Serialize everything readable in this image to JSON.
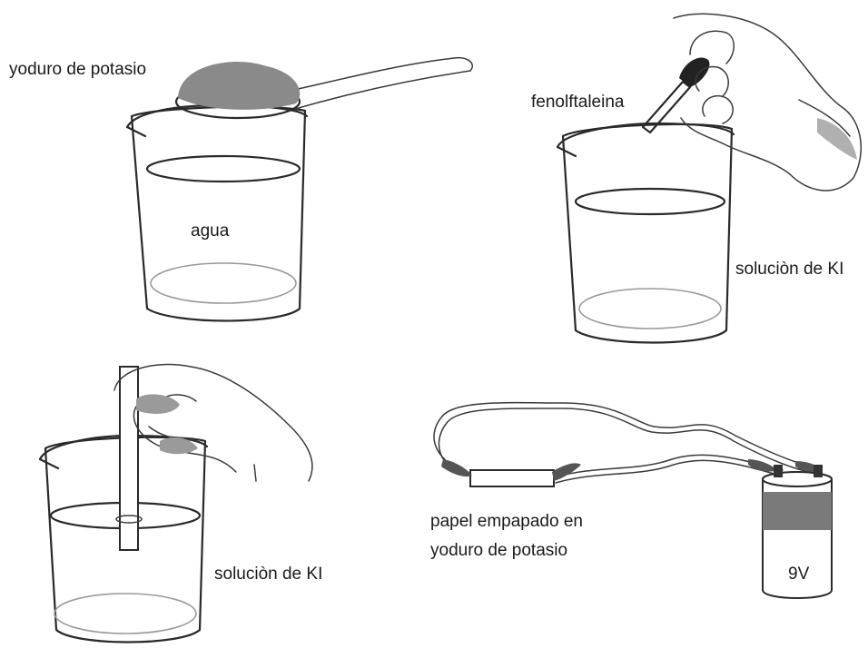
{
  "panels": {
    "top_left": {
      "solid_label": "yoduro de potasio",
      "liquid_label": "agua"
    },
    "top_right": {
      "indicator_label": "fenolftaleina",
      "solution_label": "soluciòn de KI"
    },
    "bottom_left": {
      "solution_label": "soluciòn de KI"
    },
    "bottom_right": {
      "paper_label_line1": "papel empapado en",
      "paper_label_line2": "yoduro de  potasio",
      "battery_label": "9V"
    }
  },
  "colors": {
    "ink": "#2a2a2a",
    "powder": "#8a8a8a",
    "battery_band": "#7a7a7a"
  }
}
